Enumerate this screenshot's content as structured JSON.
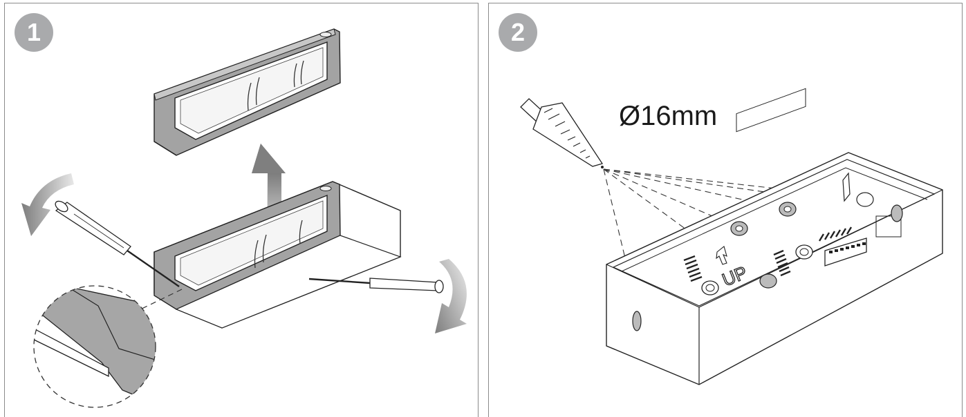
{
  "steps": [
    {
      "number": "1"
    },
    {
      "number": "2"
    }
  ],
  "drill": {
    "diameter_label": "Ø16mm"
  },
  "housing": {
    "orientation_label": "UP"
  },
  "colors": {
    "badge": "#a9aaac",
    "frame": "#9a9a9a",
    "arrow": "#8c8c8c",
    "outline": "#222222"
  }
}
